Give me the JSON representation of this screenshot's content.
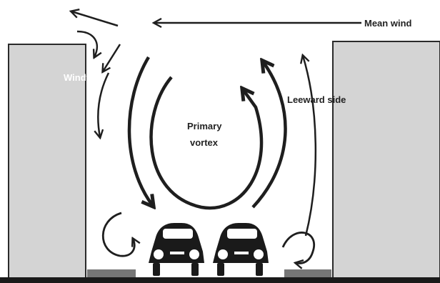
{
  "labels": {
    "mean_wind": "Mean wind",
    "windward_side": "Windward side",
    "leeward_side": "Leeward side",
    "primary_vortex_line1": "Primary",
    "primary_vortex_line2": "vortex"
  },
  "colors": {
    "building_fill": "#d4d4d4",
    "building_stroke": "#2a2a2a",
    "arrow": "#1e1e1e",
    "car": "#1a1a1a",
    "curb": "#777777",
    "ground": "#1a1a1a"
  }
}
